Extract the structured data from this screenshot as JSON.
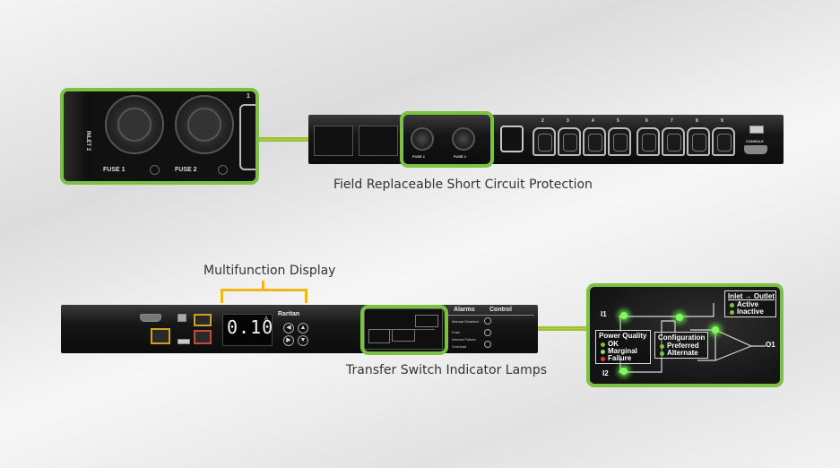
{
  "captions": {
    "fuse": "Field Replaceable Short Circuit Protection",
    "display": "Multifunction Display",
    "lamps": "Transfer Switch Indicator Lamps"
  },
  "fuse_zoom": {
    "fuse1": "FUSE 1",
    "fuse2": "FUSE 2",
    "inlet": "INLET 2",
    "outlet_num": "1"
  },
  "top_unit": {
    "fuse1": "FUSE 1",
    "fuse2": "FUSE 2",
    "outlet_numbers": [
      "2",
      "3",
      "4",
      "5",
      "6",
      "7",
      "8",
      "9"
    ],
    "console": "CONSOLE"
  },
  "bottom_unit": {
    "display_value": "0.10",
    "display_unit": "A",
    "brand": "Raritan",
    "alarms_header": "Alarms",
    "control_header": "Control",
    "rows": [
      "Manual Disabled",
      "Fuse",
      "Internal Failure",
      "Overload"
    ]
  },
  "lamp_zoom": {
    "i1": "I1",
    "i2": "I2",
    "o1": "O1",
    "power_quality": {
      "title": "Power Quality",
      "items": [
        "OK",
        "Marginal",
        "Failure"
      ]
    },
    "configuration": {
      "title": "Configuration",
      "items": [
        "Preferred",
        "Alternate"
      ]
    },
    "inlet_outlet": {
      "title": "Inlet → Outlet",
      "items": [
        "Active",
        "Inactive"
      ]
    }
  },
  "colors": {
    "accent_green": "#7cc242",
    "callout_yellow": "#f2b51c",
    "ok": "#7cc242",
    "marginal": "#9fd56a",
    "failure": "#e23b2e"
  }
}
